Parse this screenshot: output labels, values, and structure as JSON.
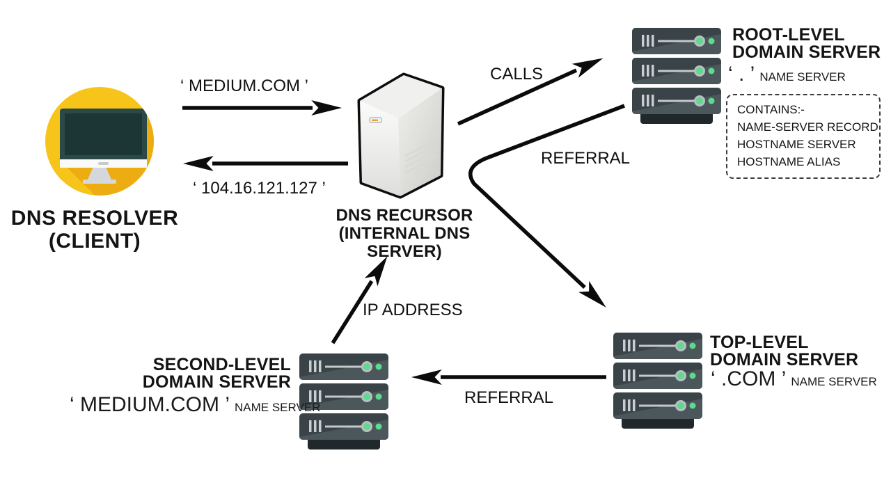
{
  "client": {
    "icon": "desktop-computer-icon",
    "title_line1": "DNS RESOLVER",
    "title_line2": "(CLIENT)"
  },
  "recursor": {
    "icon": "tower-server-icon",
    "title_line1": "DNS RECURSOR",
    "title_line2": "(INTERNAL DNS SERVER)"
  },
  "messages": {
    "query": "‘ MEDIUM.COM ’",
    "response": "‘ 104.16.121.127 ’",
    "calls": "CALLS",
    "referral_to_tld": "REFERRAL",
    "referral_to_sld": "REFERRAL",
    "ip_address": "IP ADDRESS"
  },
  "root_server": {
    "icon": "server-stack-icon",
    "title_line1": "ROOT-LEVEL",
    "title_line2": "DOMAIN SERVER",
    "zone": "‘ . ’",
    "zone_label": "NAME SERVER",
    "contains": [
      "CONTAINS:-",
      "NAME-SERVER RECORD",
      "HOSTNAME SERVER",
      "HOSTNAME ALIAS"
    ]
  },
  "tld_server": {
    "icon": "server-stack-icon",
    "title_line1": "TOP-LEVEL",
    "title_line2": "DOMAIN SERVER",
    "zone": "‘ .COM ’",
    "zone_label": "NAME SERVER"
  },
  "sld_server": {
    "icon": "server-stack-icon",
    "title_line1": "SECOND-LEVEL",
    "title_line2": "DOMAIN SERVER",
    "zone": "‘ MEDIUM.COM ’",
    "zone_label": "NAME SERVER"
  },
  "colors": {
    "client_accent": "#F7C41A",
    "client_shadow": "#ECAC12",
    "monitor_frame": "#2B4946",
    "monitor_screen": "#1B3634",
    "server_body": "#3A4347",
    "server_body_light": "#4C575C",
    "server_base": "#20282B",
    "led_green": "#5ED98D",
    "arrow": "#0B0B0B"
  }
}
